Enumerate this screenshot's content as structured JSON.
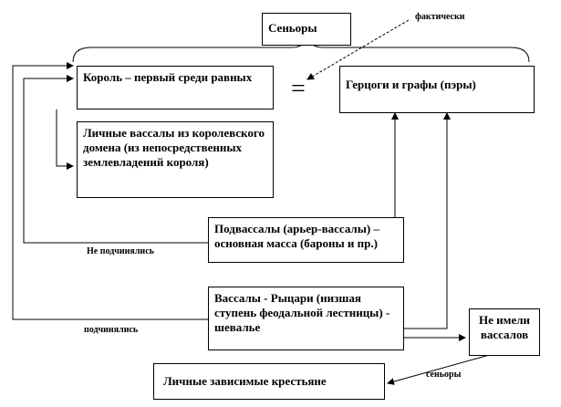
{
  "nodes": {
    "seniors": "Сеньоры",
    "king": "Король – первый среди равных",
    "dukes": "Герцоги и графы (пэры)",
    "personal_vassals": "Личные вассалы из королевского домена (из непосредственных землевладений короля)",
    "subvassals": "Подвассалы (арьер-вассалы) – основная масса (бароны и пр.)",
    "knights": "Вассалы - Рыцари (низшая ступень феодальной лестницы) - шевалье",
    "no_vassals": "Не имели вассалов",
    "peasants": "Личные зависимые крестьяне"
  },
  "labels": {
    "actually": "фактически",
    "not_subordinate": "Не подчинялись",
    "subordinate": "подчинялись",
    "seniors_small": "сеньоры"
  },
  "symbols": {
    "equals": "="
  }
}
